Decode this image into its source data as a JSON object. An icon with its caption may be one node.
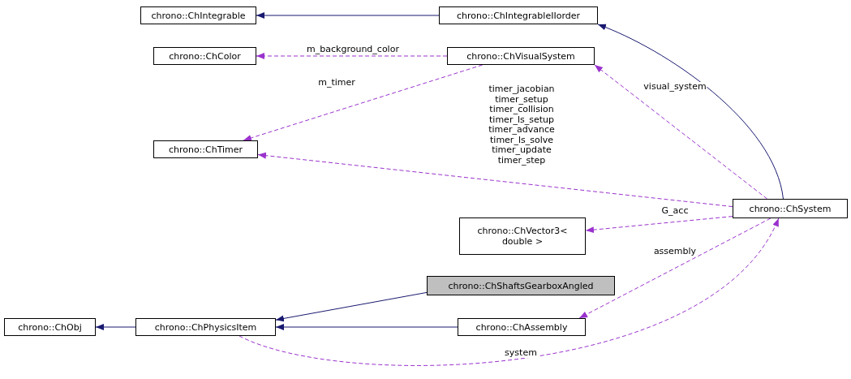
{
  "diagram": {
    "nodes": [
      {
        "text": [
          "chrono::ChIntegrable"
        ]
      },
      {
        "text": [
          "chrono::ChIntegrableIIorder"
        ]
      },
      {
        "text": [
          "chrono::ChColor"
        ]
      },
      {
        "text": [
          "chrono::ChVisualSystem"
        ]
      },
      {
        "text": [
          "chrono::ChTimer"
        ]
      },
      {
        "text": [
          "chrono::ChSystem"
        ]
      },
      {
        "text": [
          "chrono::ChVector3< double >"
        ]
      },
      {
        "text": [
          "chrono::ChShaftsGearboxAngled"
        ]
      },
      {
        "text": [
          "chrono::ChObj"
        ]
      },
      {
        "text": [
          "chrono::ChPhysicsItem"
        ]
      },
      {
        "text": [
          "chrono::ChAssembly"
        ]
      }
    ],
    "edges": [
      {
        "from": 1,
        "to": 0,
        "arrow": "to",
        "color": "#191970"
      },
      {
        "from": 5,
        "to": 1,
        "arrow": "to",
        "color": "#191970"
      },
      {
        "from": 3,
        "to": 2,
        "arrow": "to",
        "style": "dashed",
        "label": "m_background_color"
      },
      {
        "from": 3,
        "to": 4,
        "arrow": "to",
        "style": "dashed",
        "label": "m_timer"
      },
      {
        "from": 5,
        "to": 3,
        "arrow": "to",
        "style": "dashed",
        "label": "visual_system"
      },
      {
        "from": 5,
        "to": 4,
        "arrow": "to",
        "style": "dashed",
        "label": "timer_jacobian timer_setup timer_collision timer_ls_setup timer_advance timer_ls_solve timer_update timer_step"
      },
      {
        "from": 5,
        "to": 6,
        "arrow": "to",
        "style": "dashed",
        "label": "G_acc"
      },
      {
        "from": 5,
        "to": 10,
        "arrow": "to",
        "style": "dashed",
        "label": "assembly"
      },
      {
        "from": 9,
        "to": 5,
        "arrow": "to",
        "style": "dashed",
        "label": "system"
      },
      {
        "from": 7,
        "to": 9,
        "arrow": "to",
        "color": "#191970"
      },
      {
        "from": 10,
        "to": 9,
        "arrow": "to",
        "color": "#191970"
      },
      {
        "from": 9,
        "to": 8,
        "arrow": "to",
        "color": "#191970"
      }
    ]
  }
}
